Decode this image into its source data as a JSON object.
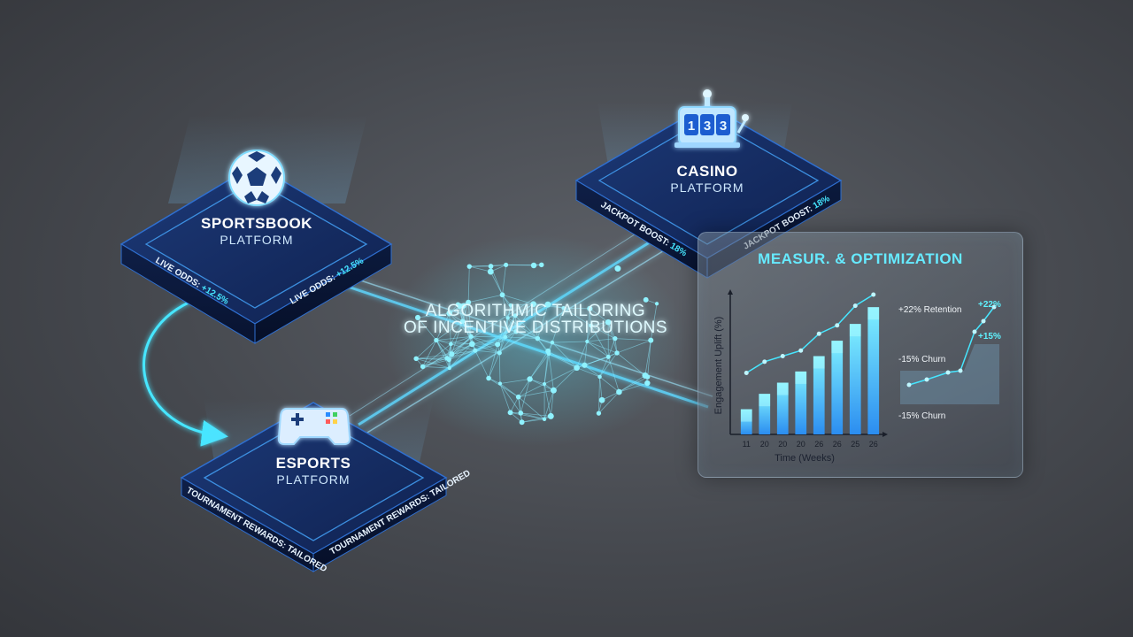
{
  "platforms": {
    "sportsbook": {
      "title": "SPORTSBOOK",
      "subtitle": "PLATFORM",
      "edge_left_label": "LIVE ODDS:",
      "edge_left_value": "+12.5%",
      "edge_right_label": "LIVE ODDS:",
      "edge_right_value": "+12.5%",
      "icon": "soccer-ball-icon"
    },
    "casino": {
      "title": "CASINO",
      "subtitle": "PLATFORM",
      "edge_left_label": "JACKPOT BOOST:",
      "edge_left_value": "18%",
      "edge_right_label": "JACKPOT BOOST:",
      "edge_right_value": "18%",
      "reel_digits": [
        "1",
        "3",
        "3"
      ],
      "icon": "slot-machine-icon"
    },
    "esports": {
      "title": "ESPORTS",
      "subtitle": "PLATFORM",
      "edge_left_text": "TOURNAMENT REWARDS: TAILORED",
      "edge_right_text": "TOURNAMENT REWARDS: TAILORED",
      "icon": "gamepad-icon"
    }
  },
  "center": {
    "line1": "ALGORITHMIC TAILORING",
    "line2": "OF INCENTIVE DISTRIBUTIONS",
    "icon": "neural-brain-icon"
  },
  "panel": {
    "title": "MEASUR. & OPTIMIZATION"
  },
  "annotations": {
    "retention": "+22% Retention",
    "retention_value": "+22%",
    "churn_upper": "-15% Churn",
    "churn_value": "+15%",
    "churn_lower": "-15% Churn"
  },
  "colors": {
    "accent": "#46e6ff",
    "platform_top": "#14285a",
    "platform_side": "#0c1838",
    "bar_top": "#7ff0ff",
    "bar_bottom": "#2b8df0"
  },
  "chart_data": {
    "type": "bar",
    "categories": [
      "11",
      "20",
      "20",
      "20",
      "26",
      "26",
      "25",
      "26"
    ],
    "xlabel": "Time (Weeks)",
    "ylabel": "Engagement Uplift (%)",
    "ylim": [
      0,
      100
    ],
    "series": [
      {
        "values": [
          18,
          29,
          37,
          45,
          56,
          67,
          79,
          91
        ]
      }
    ],
    "trend_line": [
      44,
      52,
      56,
      60,
      72,
      78,
      92,
      100
    ],
    "legend": "none",
    "grid": false
  }
}
